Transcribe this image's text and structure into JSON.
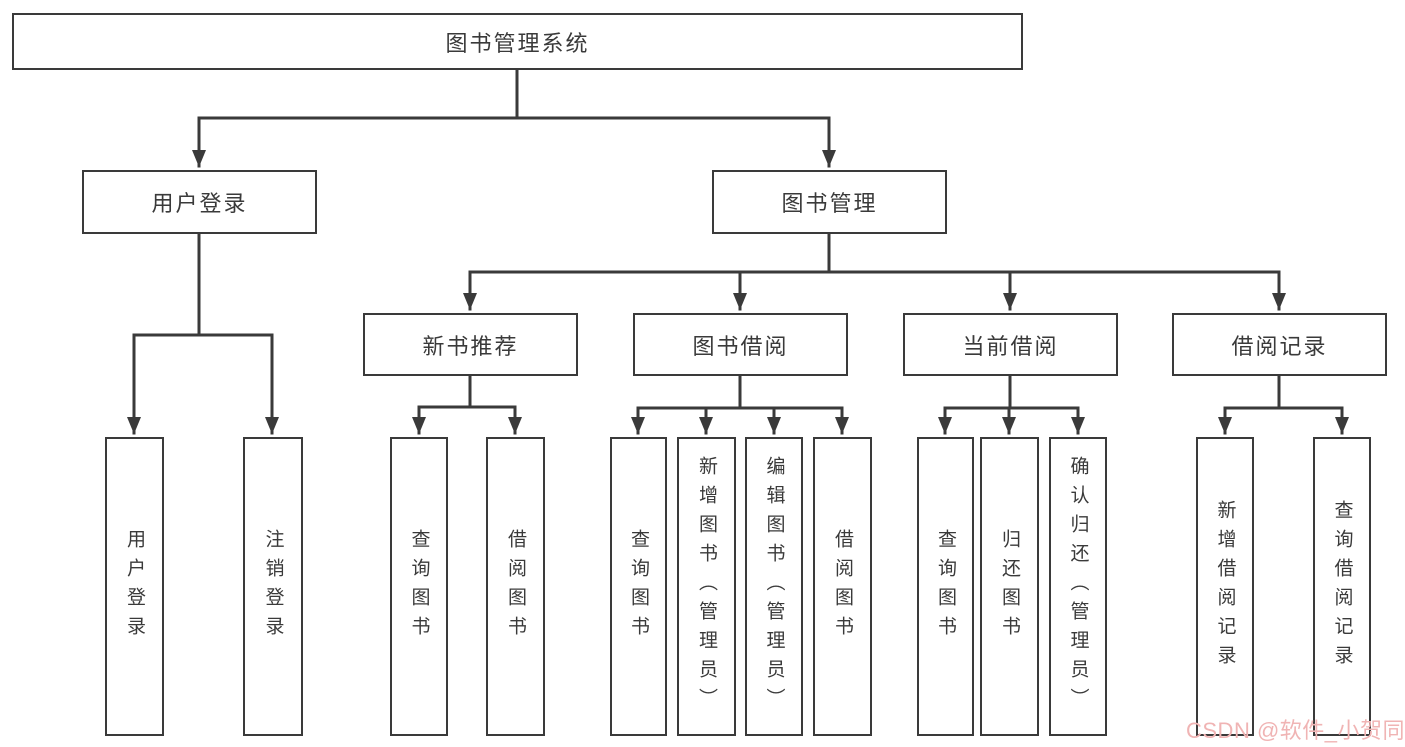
{
  "tree": {
    "label": "图书管理系统",
    "children": [
      {
        "label": "用户登录",
        "children": [
          {
            "label": "用户登录"
          },
          {
            "label": "注销登录"
          }
        ]
      },
      {
        "label": "图书管理",
        "children": [
          {
            "label": "新书推荐",
            "children": [
              {
                "label": "查询图书"
              },
              {
                "label": "借阅图书"
              }
            ]
          },
          {
            "label": "图书借阅",
            "children": [
              {
                "label": "查询图书"
              },
              {
                "label": "新增图书（管理员）"
              },
              {
                "label": "编辑图书（管理员）"
              },
              {
                "label": "借阅图书"
              }
            ]
          },
          {
            "label": "当前借阅",
            "children": [
              {
                "label": "查询图书"
              },
              {
                "label": "归还图书"
              },
              {
                "label": "确认归还（管理员）"
              }
            ]
          },
          {
            "label": "借阅记录",
            "children": [
              {
                "label": "新增借阅记录"
              },
              {
                "label": "查询借阅记录"
              }
            ]
          }
        ]
      }
    ]
  },
  "watermark": {
    "text": "CSDN @软件_小贺同学"
  },
  "colors": {
    "line": "#3a3a3a",
    "text": "#3a3a3a",
    "background": "#ffffff",
    "watermark": "#f0b4b4"
  }
}
